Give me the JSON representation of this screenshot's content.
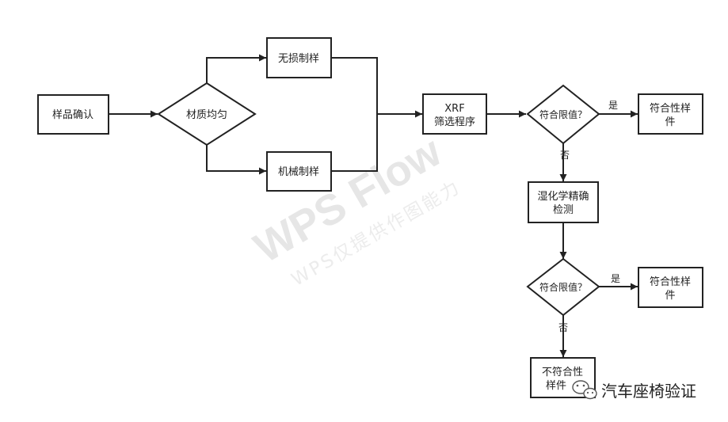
{
  "nodes": {
    "sample_confirm": "样品确认",
    "material_uniform": "材质均匀",
    "nondestructive_prep": "无损制样",
    "mechanical_prep": "机械制样",
    "xrf_line1": "XRF",
    "xrf_line2": "筛选程序",
    "limit_check_1": "符合限值？",
    "compliant_1_line1": "符合性样",
    "compliant_1_line2": "件",
    "wet_chem_line1": "湿化学精确",
    "wet_chem_line2": "检测",
    "limit_check_2": "符合限值？",
    "compliant_2_line1": "符合性样",
    "compliant_2_line2": "件",
    "noncompliant_line1": "不符合性",
    "noncompliant_line2": "样件"
  },
  "edge_labels": {
    "yes_1": "是",
    "no_1": "否",
    "yes_2": "是",
    "no_2": "否"
  },
  "watermark": {
    "main": "WPS Flow",
    "sub": "WPS仅提供作图能力"
  },
  "brand": {
    "name": "汽车座椅验证"
  }
}
